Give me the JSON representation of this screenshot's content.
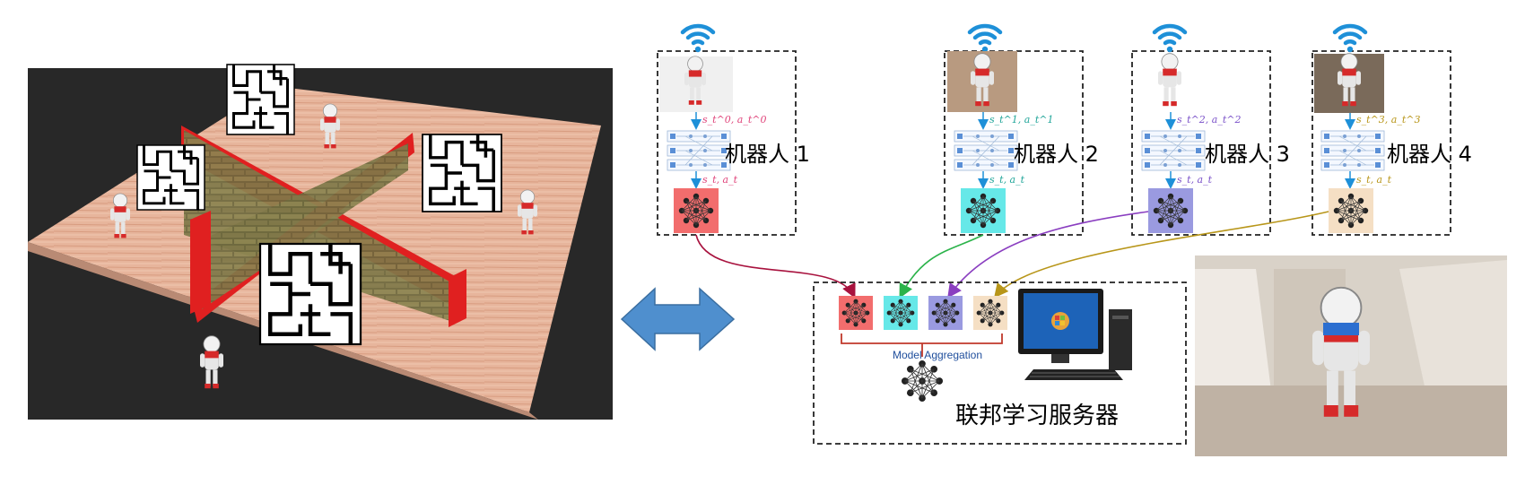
{
  "robots": [
    {
      "label": "机器人 1",
      "input_label": "s_t^0, a_t^0",
      "output_label": "s_t, a_t",
      "net_color": "#f26d6d",
      "label_color": "#e0457b"
    },
    {
      "label": "机器人 2",
      "input_label": "s_t^1, a_t^1",
      "output_label": "s_t, a_t",
      "net_color": "#66e8e8",
      "label_color": "#22a69a"
    },
    {
      "label": "机器人 3",
      "input_label": "s_t^2, a_t^2",
      "output_label": "s_t, a_t",
      "net_color": "#9a9ae0",
      "label_color": "#7b52c9"
    },
    {
      "label": "机器人 4",
      "input_label": "s_t^3, a_t^3",
      "output_label": "s_t, a_t",
      "net_color": "#f5dfc4",
      "label_color": "#b8961a"
    }
  ],
  "server": {
    "title": "联邦学习服务器",
    "aggregation_label": "Model Aggregation"
  },
  "colors": {
    "wifi": "#1e90d8",
    "arrow_robot1": "#a8123e",
    "arrow_robot2": "#2bb34a",
    "arrow_robot3": "#8a3ec0",
    "arrow_robot4": "#b8961a",
    "double_arrow": "#4f8fce",
    "bracket": "#c0392b",
    "agg_text": "#1f4e9c",
    "floor": "#e7b59c",
    "wall_red": "#e02020"
  },
  "icons": [
    "wifi-icon",
    "neural-network-icon",
    "double-arrow-icon",
    "desktop-computer-icon"
  ]
}
